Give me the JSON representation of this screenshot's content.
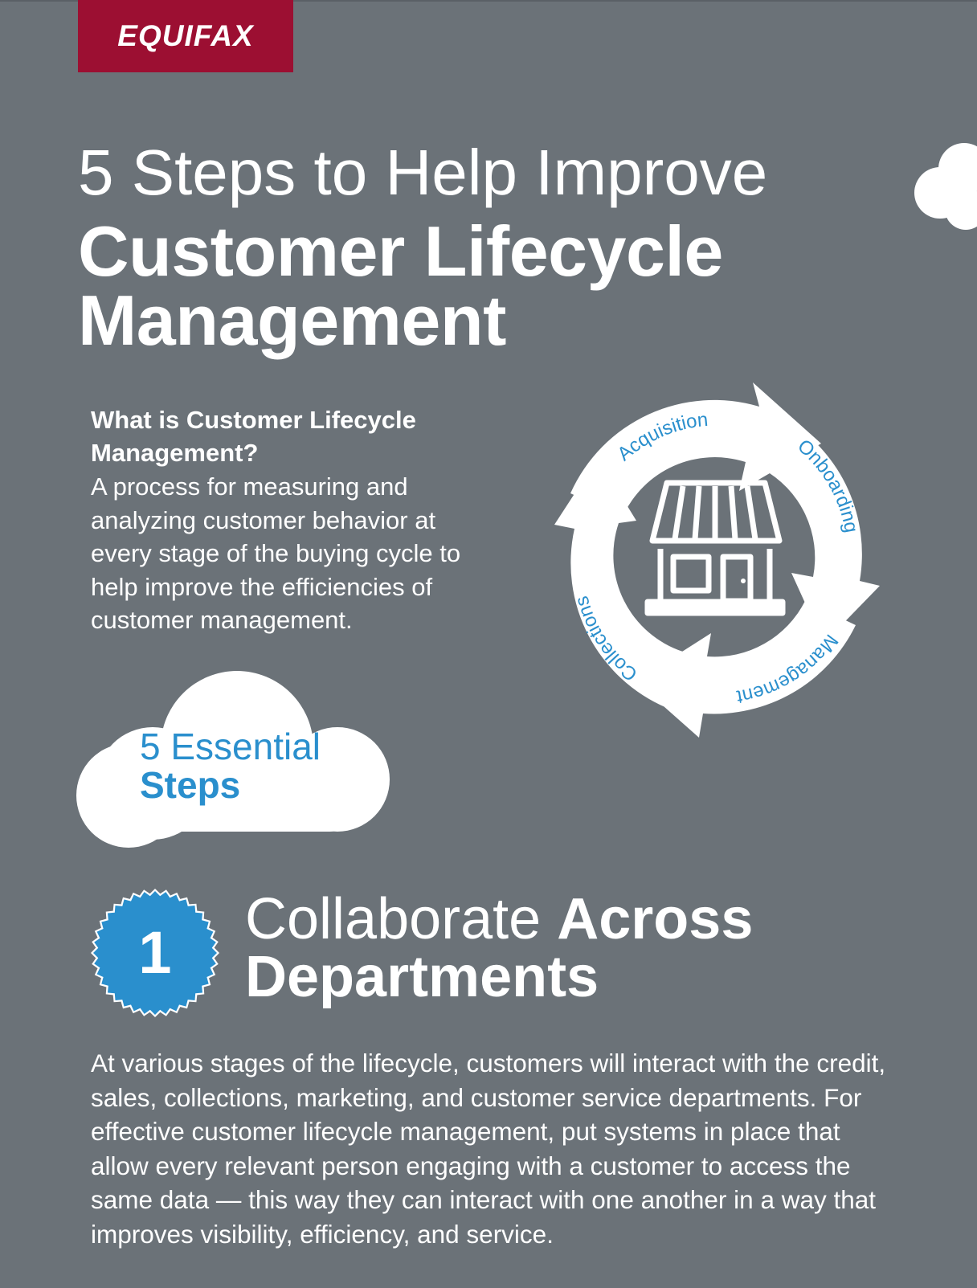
{
  "brand": {
    "name": "EQUIFAX",
    "color": "#9c0f32"
  },
  "title": {
    "line1": "5 Steps to Help Improve",
    "line2": "Customer Lifecycle",
    "line3": "Management"
  },
  "definition": {
    "question": "What is Customer Lifecycle Management?",
    "answer": "A process for measuring and analyzing customer behavior at every stage of the buying cycle to help improve the efficiencies of customer management."
  },
  "cycle": {
    "stages": [
      "Acquisition",
      "Onboarding",
      "Management",
      "Collections"
    ],
    "center_icon": "storefront-icon",
    "label_color": "#2a8fcd"
  },
  "essential": {
    "light": "5 Essential",
    "bold": "Steps"
  },
  "step1": {
    "number": "1",
    "title_light": "Collaborate",
    "title_bold1": "Across",
    "title_bold2": "Departments",
    "body": "At various stages of the lifecycle, customers will interact with the credit, sales, collections, marketing, and customer service departments. For effective customer lifecycle management, put systems in place that allow every relevant person engaging with a customer to access the same data — this way they can interact with one another in a way that improves visibility, efficiency, and service."
  },
  "colors": {
    "background": "#6b7278",
    "accent_blue": "#2a8fcd"
  }
}
